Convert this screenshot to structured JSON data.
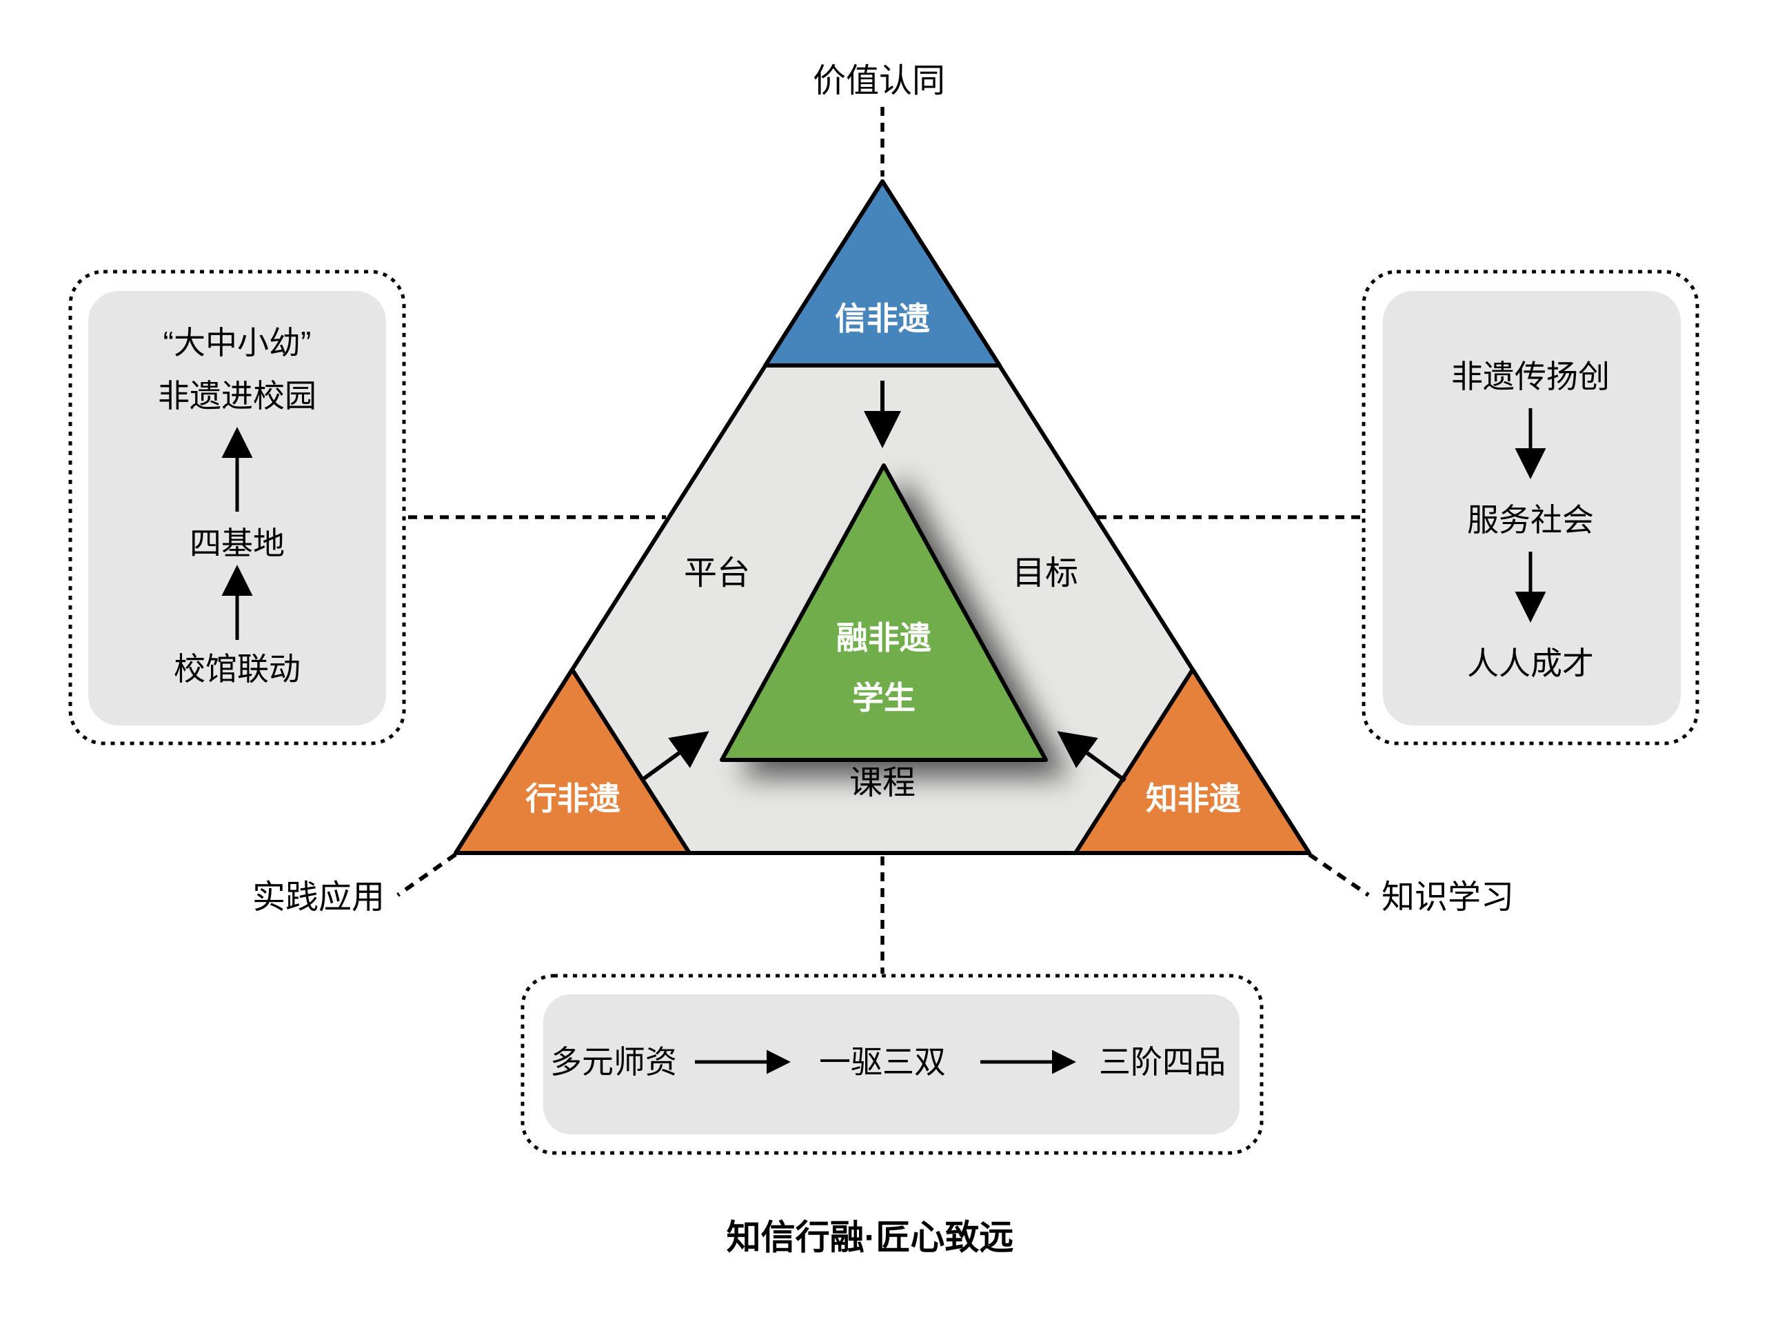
{
  "colors": {
    "blue": "#4684BC",
    "orange": "#E6813C",
    "green": "#6FAE4C",
    "triangle_gray": "#E6E6E5",
    "box_gray": "#E6E6E6",
    "outline": "#000000"
  },
  "labels": {
    "top": "价值认同",
    "bottom_left": "实践应用",
    "bottom_right": "知识学习"
  },
  "triangle": {
    "top": "信非遗",
    "left": "行非遗",
    "right": "知非遗",
    "center_line1": "融非遗",
    "center_line2": "学生",
    "platform": "平台",
    "goal": "目标",
    "course": "课程"
  },
  "left_box": {
    "top_line1": "“大中小幼”",
    "top_line2": "非遗进校园",
    "middle": "四基地",
    "bottom": "校馆联动"
  },
  "right_box": {
    "top": "非遗传扬创",
    "middle": "服务社会",
    "bottom": "人人成才"
  },
  "bottom_box": {
    "item1": "多元师资",
    "item2": "一驱三双",
    "item3": "三阶四品"
  },
  "caption": "知信行融·匠心致远"
}
